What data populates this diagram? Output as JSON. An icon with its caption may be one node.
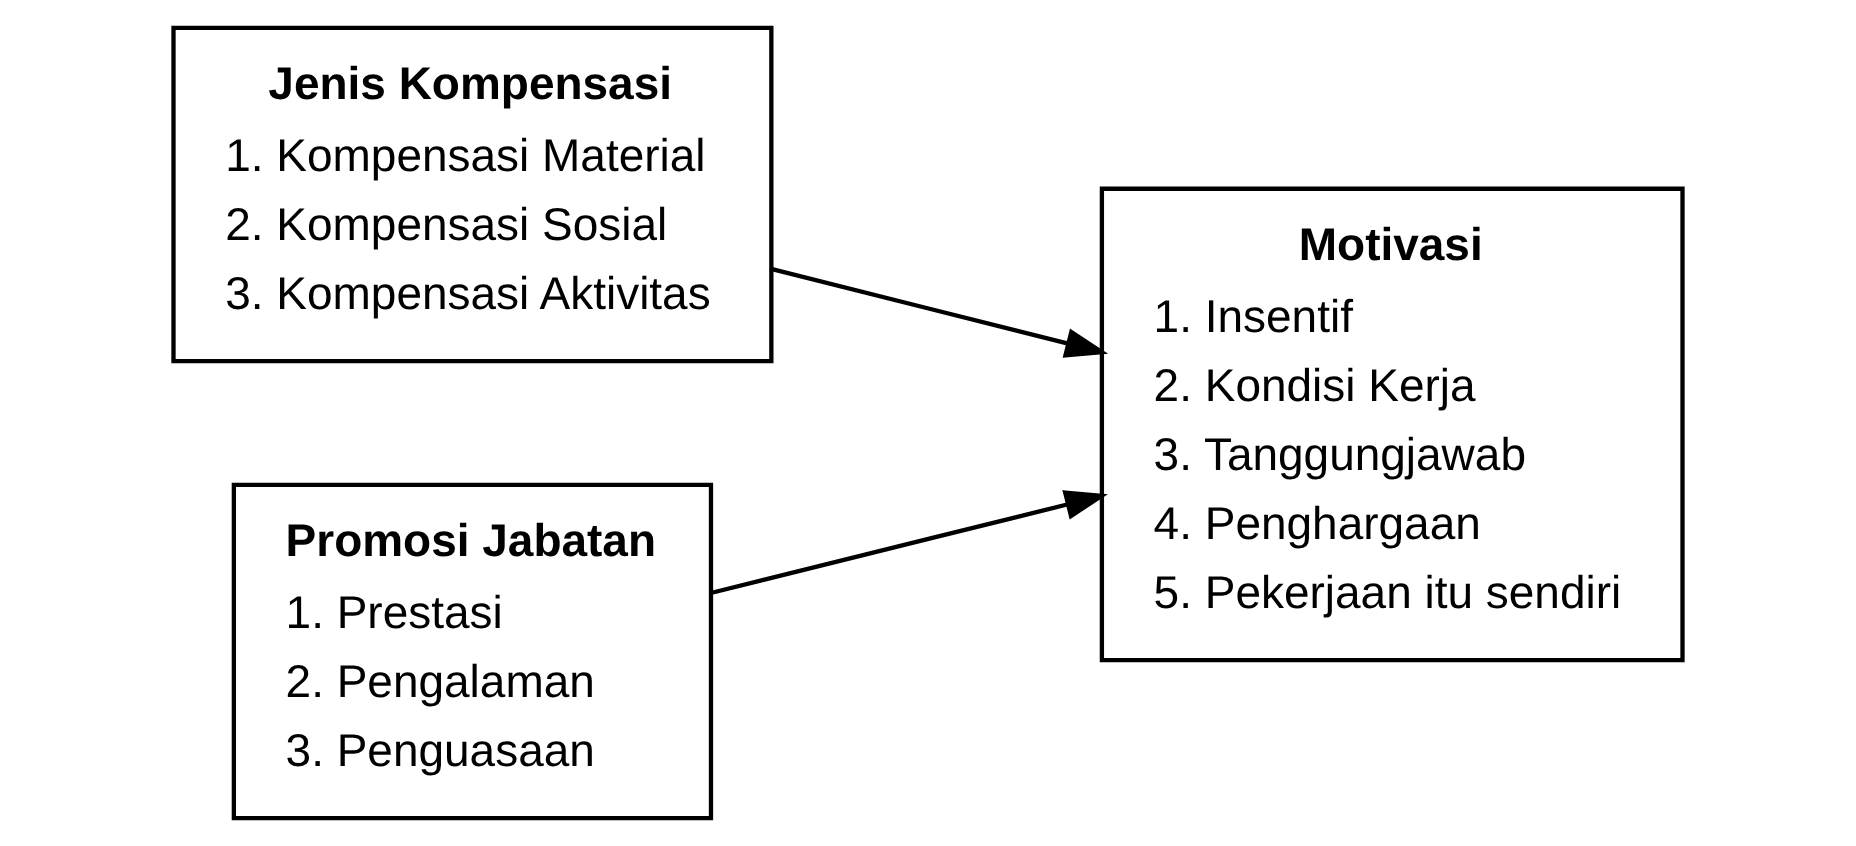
{
  "diagram": {
    "nodes": [
      {
        "text": [
          "Jenis Kompensasi",
          "1. Kompensasi Material",
          "2. Kompensasi Sosial",
          "3. Kompensasi Aktivitas"
        ]
      },
      {
        "text": [
          "Promosi Jabatan",
          "1. Prestasi",
          "2. Pengalaman",
          "3. Penguasaan"
        ]
      },
      {
        "text": [
          "Motivasi",
          "1. Insentif",
          "2. Kondisi Kerja",
          "3. Tanggungjawab",
          "4. Penghargaan",
          "5. Pekerjaan itu sendiri"
        ]
      }
    ],
    "edges": [
      {
        "from": 0,
        "to": 2,
        "arrow": "to"
      },
      {
        "from": 1,
        "to": 2,
        "arrow": "to"
      }
    ]
  }
}
